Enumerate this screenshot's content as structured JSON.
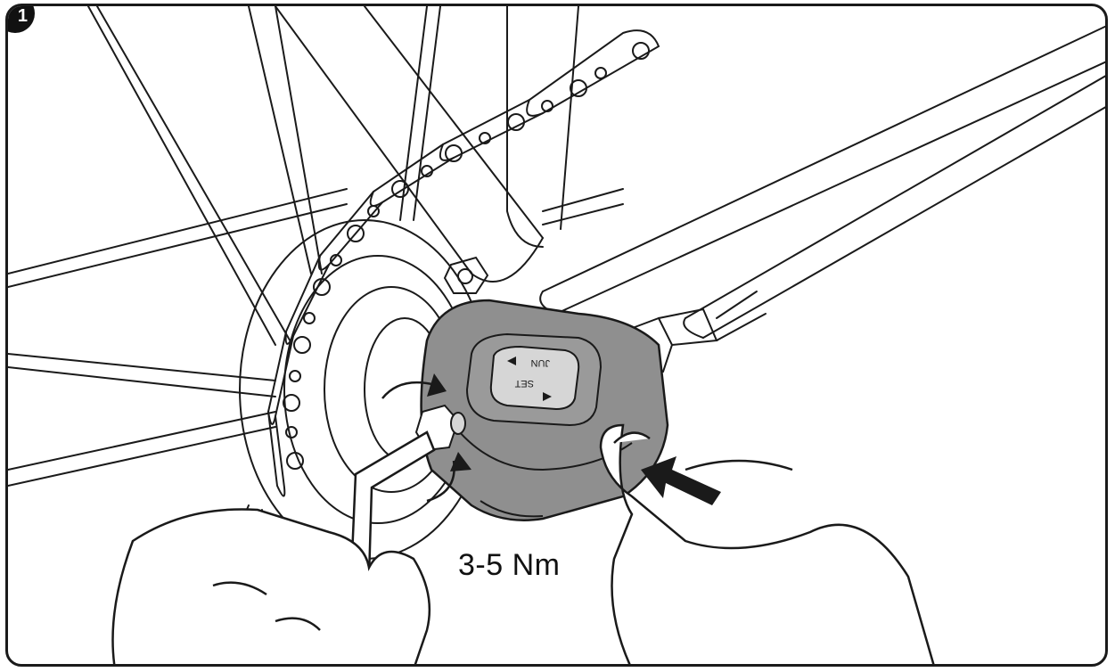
{
  "step_number": "1",
  "torque_label": "3-5 Nm",
  "sensor_buttons": {
    "top_label": "JUN",
    "bottom_label": "SET"
  },
  "colors": {
    "sensor_body": "#8f8f8f",
    "line": "#1a1a1a",
    "background": "#ffffff"
  }
}
